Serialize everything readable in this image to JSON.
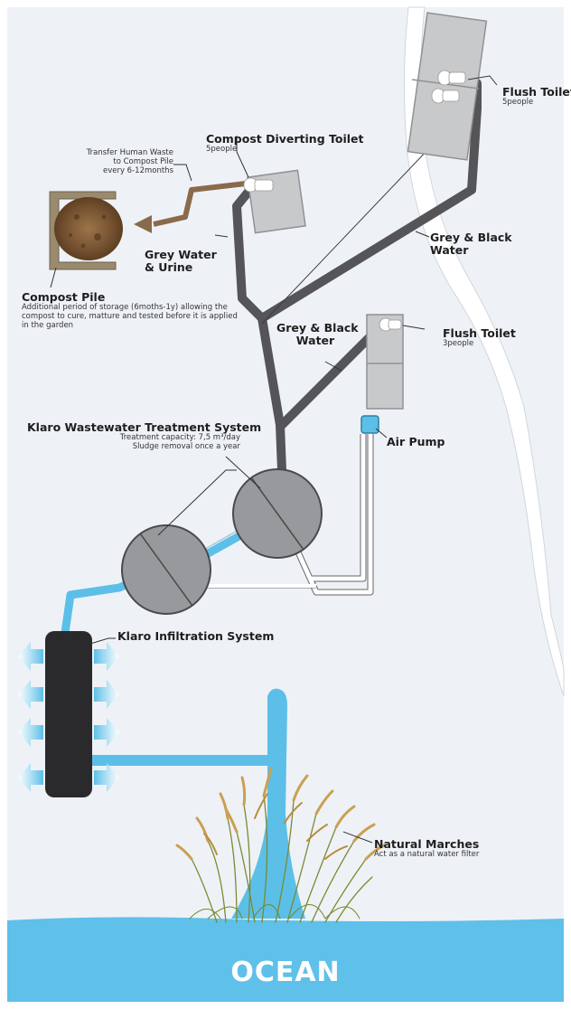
{
  "colors": {
    "background": "#eef2f6",
    "ocean": "#5fc0ea",
    "treated_water_pipe": "#5cbfe8",
    "sewage_pipe": "#555458",
    "tank_fill": "#98999c",
    "toilet_panel": "#c8c9cb",
    "compost_pipe": "#8a6a4c",
    "infiltration_unit": "#2a2a2c",
    "reeds": "#c9a052"
  },
  "icons": [
    "toilet-icon",
    "compost-pile-icon",
    "arrow-left-icon",
    "infiltration-arrow-icon",
    "reed-grass-icon",
    "air-pump-icon"
  ],
  "labels": {
    "flush_toilet_top": {
      "title": "Flush Toilet",
      "sub": "5people"
    },
    "compost_toilet": {
      "title": "Compost Diverting Toilet",
      "sub": "5people"
    },
    "transfer_note": {
      "line1": "Transfer Human Waste",
      "line2": "to Compost Pile",
      "line3": "every 6-12months"
    },
    "grey_black_upper": {
      "line1": "Grey & Black",
      "line2": "Water"
    },
    "grey_urine": {
      "line1": "Grey Water",
      "line2": "& Urine"
    },
    "compost_pile": {
      "title": "Compost Pile",
      "sub": "Additional period of storage (6moths-1y) allowing the compost to cure, matture and tested before it is applied in the garden"
    },
    "grey_black_lower": {
      "line1": "Grey & Black",
      "line2": "Water"
    },
    "flush_toilet_mid": {
      "title": "Flush Toilet",
      "sub": "3people"
    },
    "klaro_treatment": {
      "title": "Klaro Wastewater Treatment System",
      "line1": "Treatment capacity: 7,5 m³/day",
      "line2": "Sludge removal once a year"
    },
    "air_pump": {
      "title": "Air Pump"
    },
    "infiltration": {
      "title": "Klaro Infiltration System"
    },
    "marches": {
      "title": "Natural Marches",
      "sub": "Act as a natural water filter"
    },
    "ocean": {
      "title": "OCEAN"
    }
  }
}
